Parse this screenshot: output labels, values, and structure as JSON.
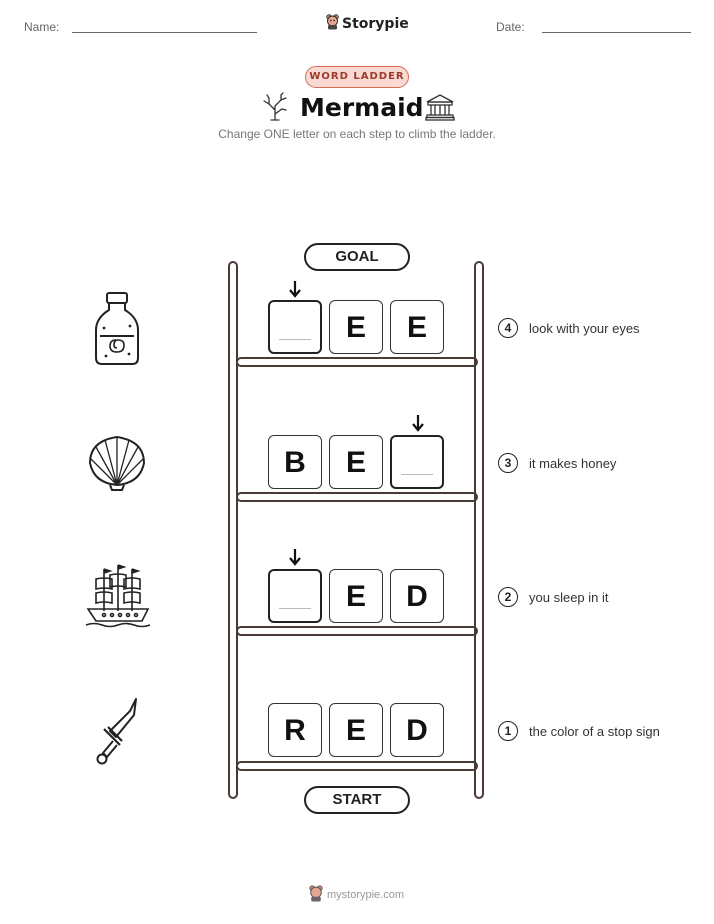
{
  "header": {
    "name_label": "Name:",
    "date_label": "Date:",
    "brand": "Storypie"
  },
  "title_block": {
    "badge": "WORD LADDER",
    "title": "Mermaid",
    "instructions": "Change ONE letter on each step to climb the ladder.",
    "left_icon": "coral-icon",
    "right_icon": "temple-icon"
  },
  "ladder": {
    "goal_label": "GOAL",
    "start_label": "START",
    "rungs": [
      {
        "number": "4",
        "clue": "look with your eyes",
        "picture": "bottle-icon",
        "letters": [
          "",
          "E",
          "E"
        ],
        "blank_index": 0
      },
      {
        "number": "3",
        "clue": "it makes honey",
        "picture": "seashell-icon",
        "letters": [
          "B",
          "E",
          ""
        ],
        "blank_index": 2
      },
      {
        "number": "2",
        "clue": "you sleep in it",
        "picture": "ship-icon",
        "letters": [
          "",
          "E",
          "D"
        ],
        "blank_index": 0
      },
      {
        "number": "1",
        "clue": "the color of a stop sign",
        "picture": "dagger-icon",
        "letters": [
          "R",
          "E",
          "D"
        ],
        "blank_index": null
      }
    ]
  },
  "footer": {
    "url": "mystorypie.com"
  }
}
